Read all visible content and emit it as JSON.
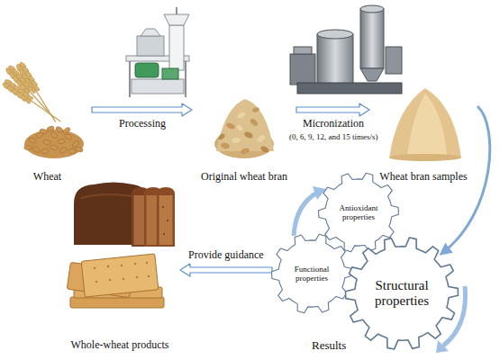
{
  "diagram": {
    "nodes": [
      {
        "text": [
          "Wheat"
        ]
      },
      {
        "text": [
          "Original wheat bran"
        ]
      },
      {
        "text": [
          "Wheat bran samples"
        ]
      },
      {
        "text": [
          "Antioxidant properties"
        ]
      },
      {
        "text": [
          "Functional properties"
        ]
      },
      {
        "text": [
          "Structural properties"
        ]
      },
      {
        "text": [
          "Whole-wheat products"
        ]
      }
    ],
    "edges": [
      {
        "from": 0,
        "to": 1,
        "arrow": "to",
        "label": "Processing"
      },
      {
        "from": 1,
        "to": 2,
        "arrow": "to",
        "label": "Micronization"
      },
      {
        "from": 2,
        "to": 5,
        "arrow": "to"
      },
      {
        "from": 4,
        "to": 6,
        "arrow": "to",
        "label": "Provide guidance"
      }
    ],
    "labels": [
      "(0, 6, 9, 12, and 15 times/s)",
      "Results"
    ]
  }
}
